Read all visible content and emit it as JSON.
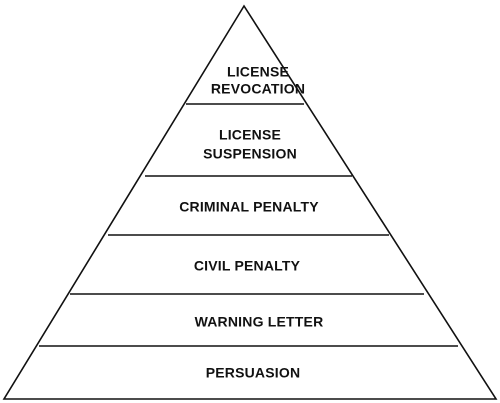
{
  "diagram": {
    "type": "pyramid",
    "levels_top_to_bottom": [
      {
        "lines": [
          "LICENSE",
          "REVOCATION"
        ]
      },
      {
        "lines": [
          "LICENSE",
          "SUSPENSION"
        ]
      },
      {
        "lines": [
          "CRIMINAL PENALTY"
        ]
      },
      {
        "lines": [
          "CIVIL PENALTY"
        ]
      },
      {
        "lines": [
          "WARNING LETTER"
        ]
      },
      {
        "lines": [
          "PERSUASION"
        ]
      }
    ]
  }
}
